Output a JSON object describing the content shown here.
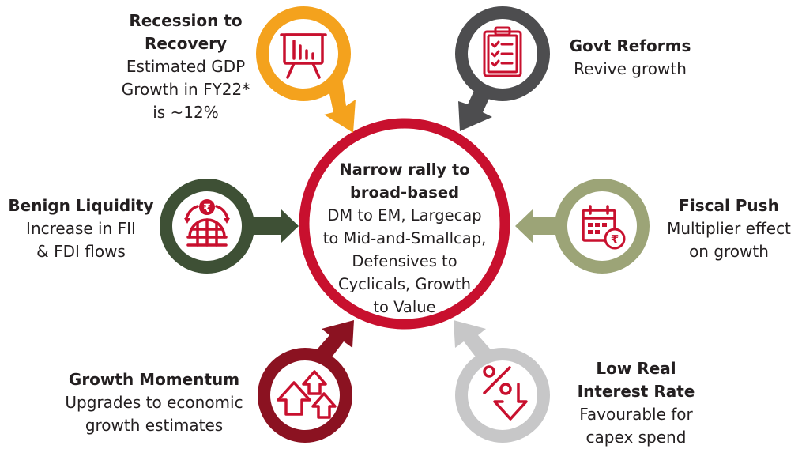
{
  "colors": {
    "center": "#c8102e",
    "recession": "#f4a21d",
    "govt": "#4d4d4f",
    "benign": "#3e5035",
    "fiscal": "#9ca477",
    "growth": "#8b1221",
    "lowreal": "#c7c7c8",
    "icon": "#c8102e"
  },
  "center": {
    "title_line1": "Narrow rally to",
    "title_line2": "broad-based",
    "lines": [
      "DM to EM, Largecap",
      "to Mid-and-Smallcap,",
      "Defensives to",
      "Cyclicals, Growth",
      "to Value"
    ]
  },
  "nodes": {
    "recession": {
      "title": [
        "Recession to",
        "Recovery"
      ],
      "lines": [
        "Estimated GDP",
        "Growth in FY22*",
        "is ~12%"
      ],
      "icon": "presentation-chart-icon"
    },
    "govt": {
      "title": [
        "Govt Reforms"
      ],
      "lines": [
        "Revive growth"
      ],
      "icon": "clipboard-checklist-icon"
    },
    "benign": {
      "title": [
        "Benign Liquidity"
      ],
      "lines": [
        "Increase in FII",
        "& FDI flows"
      ],
      "icon": "rupee-globe-icon"
    },
    "fiscal": {
      "title": [
        "Fiscal Push"
      ],
      "lines": [
        "Multiplier effect",
        "on growth"
      ],
      "icon": "calendar-rupee-icon"
    },
    "growth": {
      "title": [
        "Growth Momentum"
      ],
      "lines": [
        "Upgrades to economic",
        "growth estimates"
      ],
      "icon": "up-arrows-icon"
    },
    "lowreal": {
      "title": [
        "Low Real",
        "Interest Rate"
      ],
      "lines": [
        "Favourable for",
        "capex spend"
      ],
      "icon": "percent-down-icon"
    }
  },
  "icon_glyphs": {
    "rupee": "₹",
    "percent": "%"
  }
}
